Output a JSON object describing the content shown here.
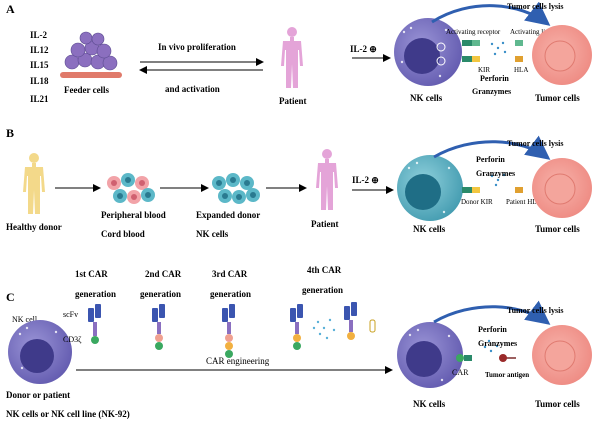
{
  "panel_a": {
    "letter": "A",
    "cytokines": [
      "IL-2",
      "IL12",
      "IL15",
      "IL18",
      "IL21"
    ],
    "feeder_label": "Feeder cells",
    "arrow_top_label": "In vivo proliferation",
    "arrow_bottom_label": "and activation",
    "patient_label": "Patient",
    "il2_label": "IL-2 ⊕",
    "activating_receptor": "Activating receptor",
    "activating_ligand": "Activating ligand",
    "kir": "KIR",
    "hla": "HLA",
    "perforin": "Perforin",
    "granzymes": "Granzymes",
    "lysis": "Tumor cells lysis",
    "nk_label": "NK cells",
    "tumor_label": "Tumor cells"
  },
  "panel_b": {
    "letter": "B",
    "donor_label": "Healthy donor",
    "source_line1": "Peripheral blood",
    "source_line2": "Cord blood",
    "expanded_line1": "Expanded donor",
    "expanded_line2": "NK cells",
    "patient_label": "Patient",
    "il2_label": "IL-2 ⊕",
    "perforin": "Perforin",
    "granzymes": "Granzymes",
    "donor_kir": "Donor KIR",
    "patient_hla": "Patient HLA",
    "lysis": "Tumor cells lysis",
    "nk_label": "NK cells",
    "tumor_label": "Tumor cells"
  },
  "panel_c": {
    "letter": "C",
    "nk_cell_label": "NK cell",
    "scfv": "scFv",
    "cd3": "CD3ζ",
    "gen1": [
      "1st CAR",
      "generation"
    ],
    "gen2": [
      "2nd CAR",
      "generation"
    ],
    "gen3": [
      "3rd CAR",
      "generation"
    ],
    "gen4": [
      "4th CAR",
      "generation"
    ],
    "engineering": "CAR engineering",
    "donor_line": "Donor or patient",
    "line_label": "NK cells or NK cell line (NK-92)",
    "car": "CAR",
    "tumor_antigen": "Tumor antigen",
    "perforin": "Perforin",
    "granzymes": "Granzymes",
    "lysis": "Tumor cells lysis",
    "nk_label": "NK cells",
    "tumor_label": "Tumor cells"
  },
  "colors": {
    "nk_purple": "#6a62b8",
    "nk_teal": "#4fa6b8",
    "tumor_pink": "#f0918a",
    "human_pink": "#e4a4d8",
    "human_yellow": "#f3d98a",
    "arc_blue": "#2f5fb0"
  }
}
